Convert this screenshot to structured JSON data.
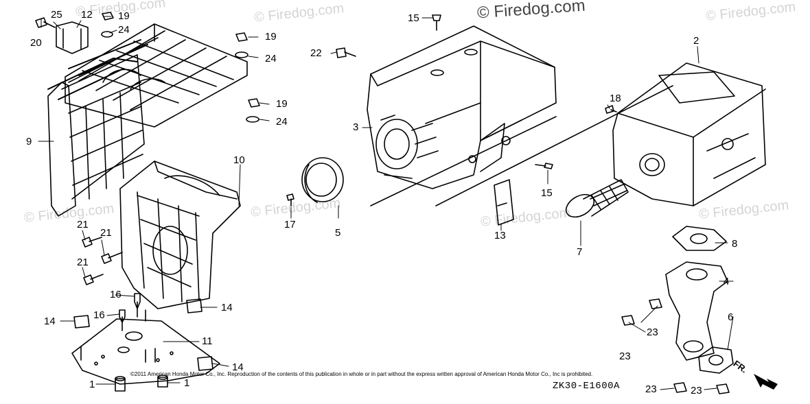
{
  "watermark": {
    "text": "© Firedog.com"
  },
  "callouts": [
    "1",
    "2",
    "3",
    "4",
    "5",
    "6",
    "7",
    "8",
    "9",
    "10",
    "11",
    "12",
    "13",
    "14",
    "15",
    "16",
    "17",
    "18",
    "19",
    "20",
    "21",
    "22",
    "23",
    "24",
    "25"
  ],
  "copyright": "©2011 American Honda Motor Co., Inc. Reproduction of the contents of this publication in whole or in part without the express written approval of American Honda Motor Co., Inc is prohibited.",
  "diagram_code": "ZK30-E1600A",
  "direction_label": "FR."
}
